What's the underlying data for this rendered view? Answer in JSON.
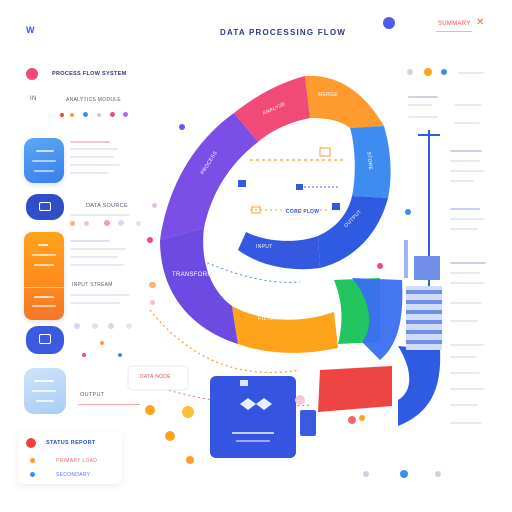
{
  "header": {
    "app_mark": "W",
    "title": "DATA PROCESSING FLOW",
    "right_label": "SUMMARY"
  },
  "left_panel": {
    "brand_label": "PROCESS FLOW SYSTEM",
    "sub_label": "ANALYTICS MODULE",
    "tag": "IN",
    "mid_label": "DATA SOURCE",
    "orange_label": "INPUT STREAM",
    "light_label": "OUTPUT",
    "footer_label": "STATUS REPORT",
    "legend_items": [
      "PRIMARY LOAD",
      "SECONDARY"
    ]
  },
  "diagram": {
    "segments": [
      "PROCESS",
      "ANALYZE",
      "MERGE",
      "STORE",
      "OUTPUT",
      "INPUT",
      "TRANSFORM",
      "FILTER"
    ],
    "segment_colors": [
      "#7b4ee6",
      "#ef4a78",
      "#ff9a2e",
      "#3f8cf0",
      "#3458e0",
      "#ffa31a",
      "#22c55e",
      "#2563eb"
    ],
    "center_label": "CORE FLOW",
    "side_label": "DATA NODE"
  },
  "colors": {
    "purple": "#6d4be3",
    "pink": "#ef4a78",
    "orange": "#ff9a2e",
    "blue": "#2f5be3",
    "sky": "#4aa3f5",
    "green": "#22c55e",
    "red": "#ef4444",
    "navy": "#2e3a66"
  }
}
